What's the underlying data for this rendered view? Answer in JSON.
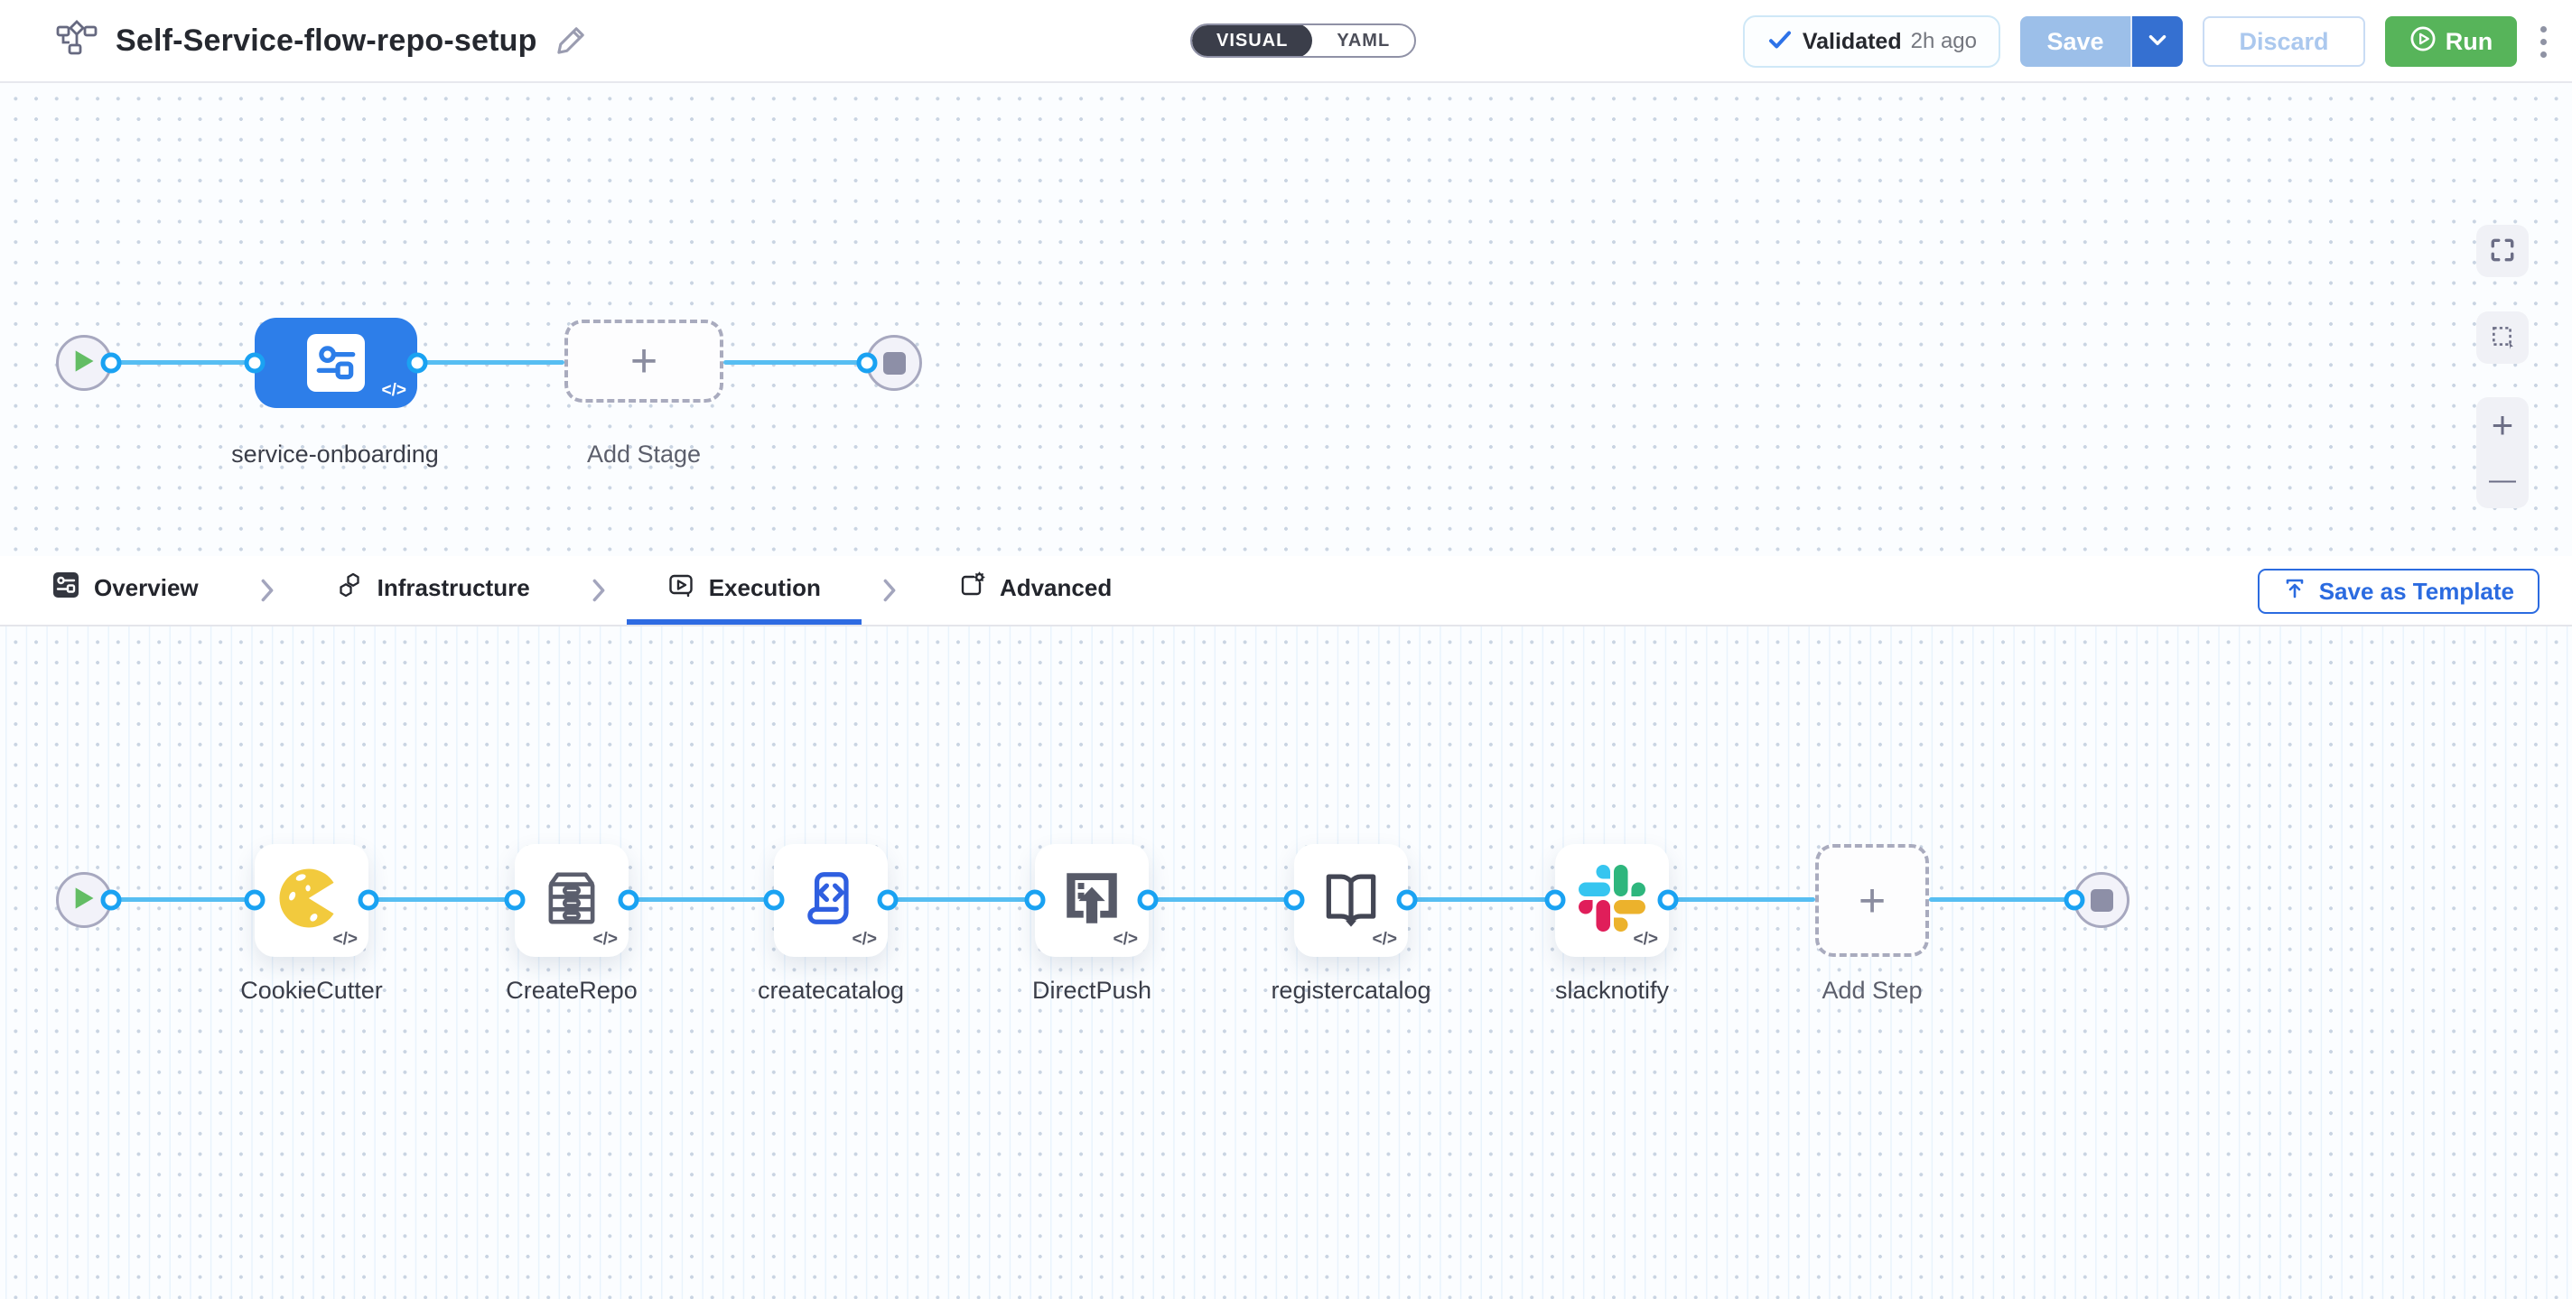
{
  "header": {
    "title": "Self-Service-flow-repo-setup",
    "mode_toggle": {
      "visual": "VISUAL",
      "yaml": "YAML",
      "selected": "VISUAL"
    },
    "validation": {
      "label": "Validated",
      "time": "2h ago"
    },
    "buttons": {
      "save": "Save",
      "discard": "Discard",
      "run": "Run"
    }
  },
  "stage_canvas": {
    "stage_name": "service-onboarding",
    "add_stage_label": "Add Stage"
  },
  "tabs": {
    "items": [
      {
        "label": "Overview",
        "icon": "pipeline-overview-icon",
        "active": false
      },
      {
        "label": "Infrastructure",
        "icon": "infrastructure-icon",
        "active": false
      },
      {
        "label": "Execution",
        "icon": "execution-play-icon",
        "active": true
      },
      {
        "label": "Advanced",
        "icon": "advanced-gear-icon",
        "active": false
      }
    ],
    "save_as_template": "Save as Template"
  },
  "execution_canvas": {
    "steps": [
      {
        "name": "CookieCutter",
        "icon": "cookiecutter-icon"
      },
      {
        "name": "CreateRepo",
        "icon": "drawer-cabinet-icon"
      },
      {
        "name": "createcatalog",
        "icon": "code-scroll-icon"
      },
      {
        "name": "DirectPush",
        "icon": "push-upload-icon"
      },
      {
        "name": "registercatalog",
        "icon": "open-book-icon"
      },
      {
        "name": "slacknotify",
        "icon": "slack-icon"
      }
    ],
    "add_step_label": "Add Step"
  },
  "glyphs": {
    "code": "</>",
    "plus": "+",
    "zoom_in": "+",
    "zoom_out": "—"
  },
  "colors": {
    "accent_blue": "#2b6be0",
    "stage_blue": "#2d7ee9",
    "link_blue": "#57bef2",
    "port_blue": "#1aa2f2",
    "run_green": "#57b45a",
    "save_disabled_blue": "#9cbfe9",
    "validated_border": "#cfe8f7",
    "canvas_dot": "#c9d4e2"
  }
}
